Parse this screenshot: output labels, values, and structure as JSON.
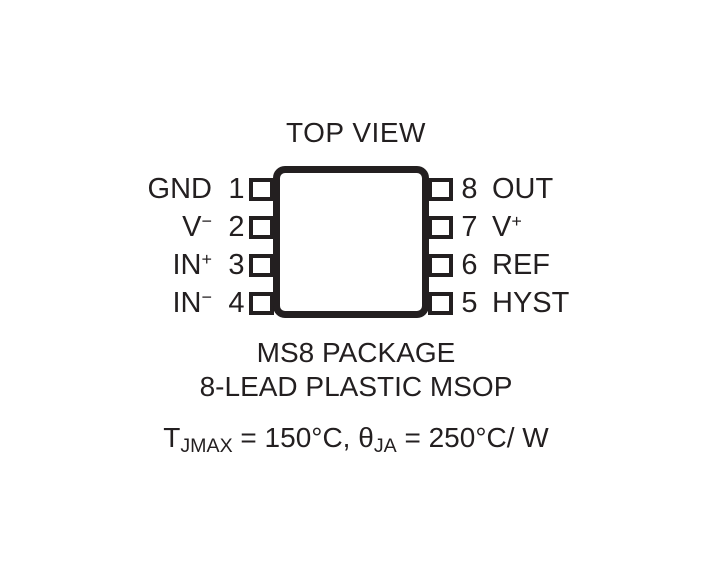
{
  "diagram": {
    "title": "TOP VIEW",
    "package_body": {
      "shape": "rounded-rectangle",
      "outline_color": "#231f20",
      "fill_color": "#ffffff"
    },
    "pins_left": [
      {
        "number": "1",
        "name": "GND",
        "sup": ""
      },
      {
        "number": "2",
        "name": "V",
        "sup": "−"
      },
      {
        "number": "3",
        "name": "IN",
        "sup": "+"
      },
      {
        "number": "4",
        "name": "IN",
        "sup": "−"
      }
    ],
    "pins_right": [
      {
        "number": "8",
        "name": "OUT",
        "sup": ""
      },
      {
        "number": "7",
        "name": "V",
        "sup": "+"
      },
      {
        "number": "6",
        "name": "REF",
        "sup": ""
      },
      {
        "number": "5",
        "name": "HYST",
        "sup": ""
      }
    ],
    "caption": {
      "line1": "MS8 PACKAGE",
      "line2": "8-LEAD PLASTIC MSOP",
      "thermal": {
        "tj_symbol": "T",
        "tj_subscript": "JMAX",
        "tj_value": " = 150°C, ",
        "theta_symbol": "θ",
        "theta_subscript": "JA",
        "theta_value": " = 250°C/ W"
      }
    }
  }
}
